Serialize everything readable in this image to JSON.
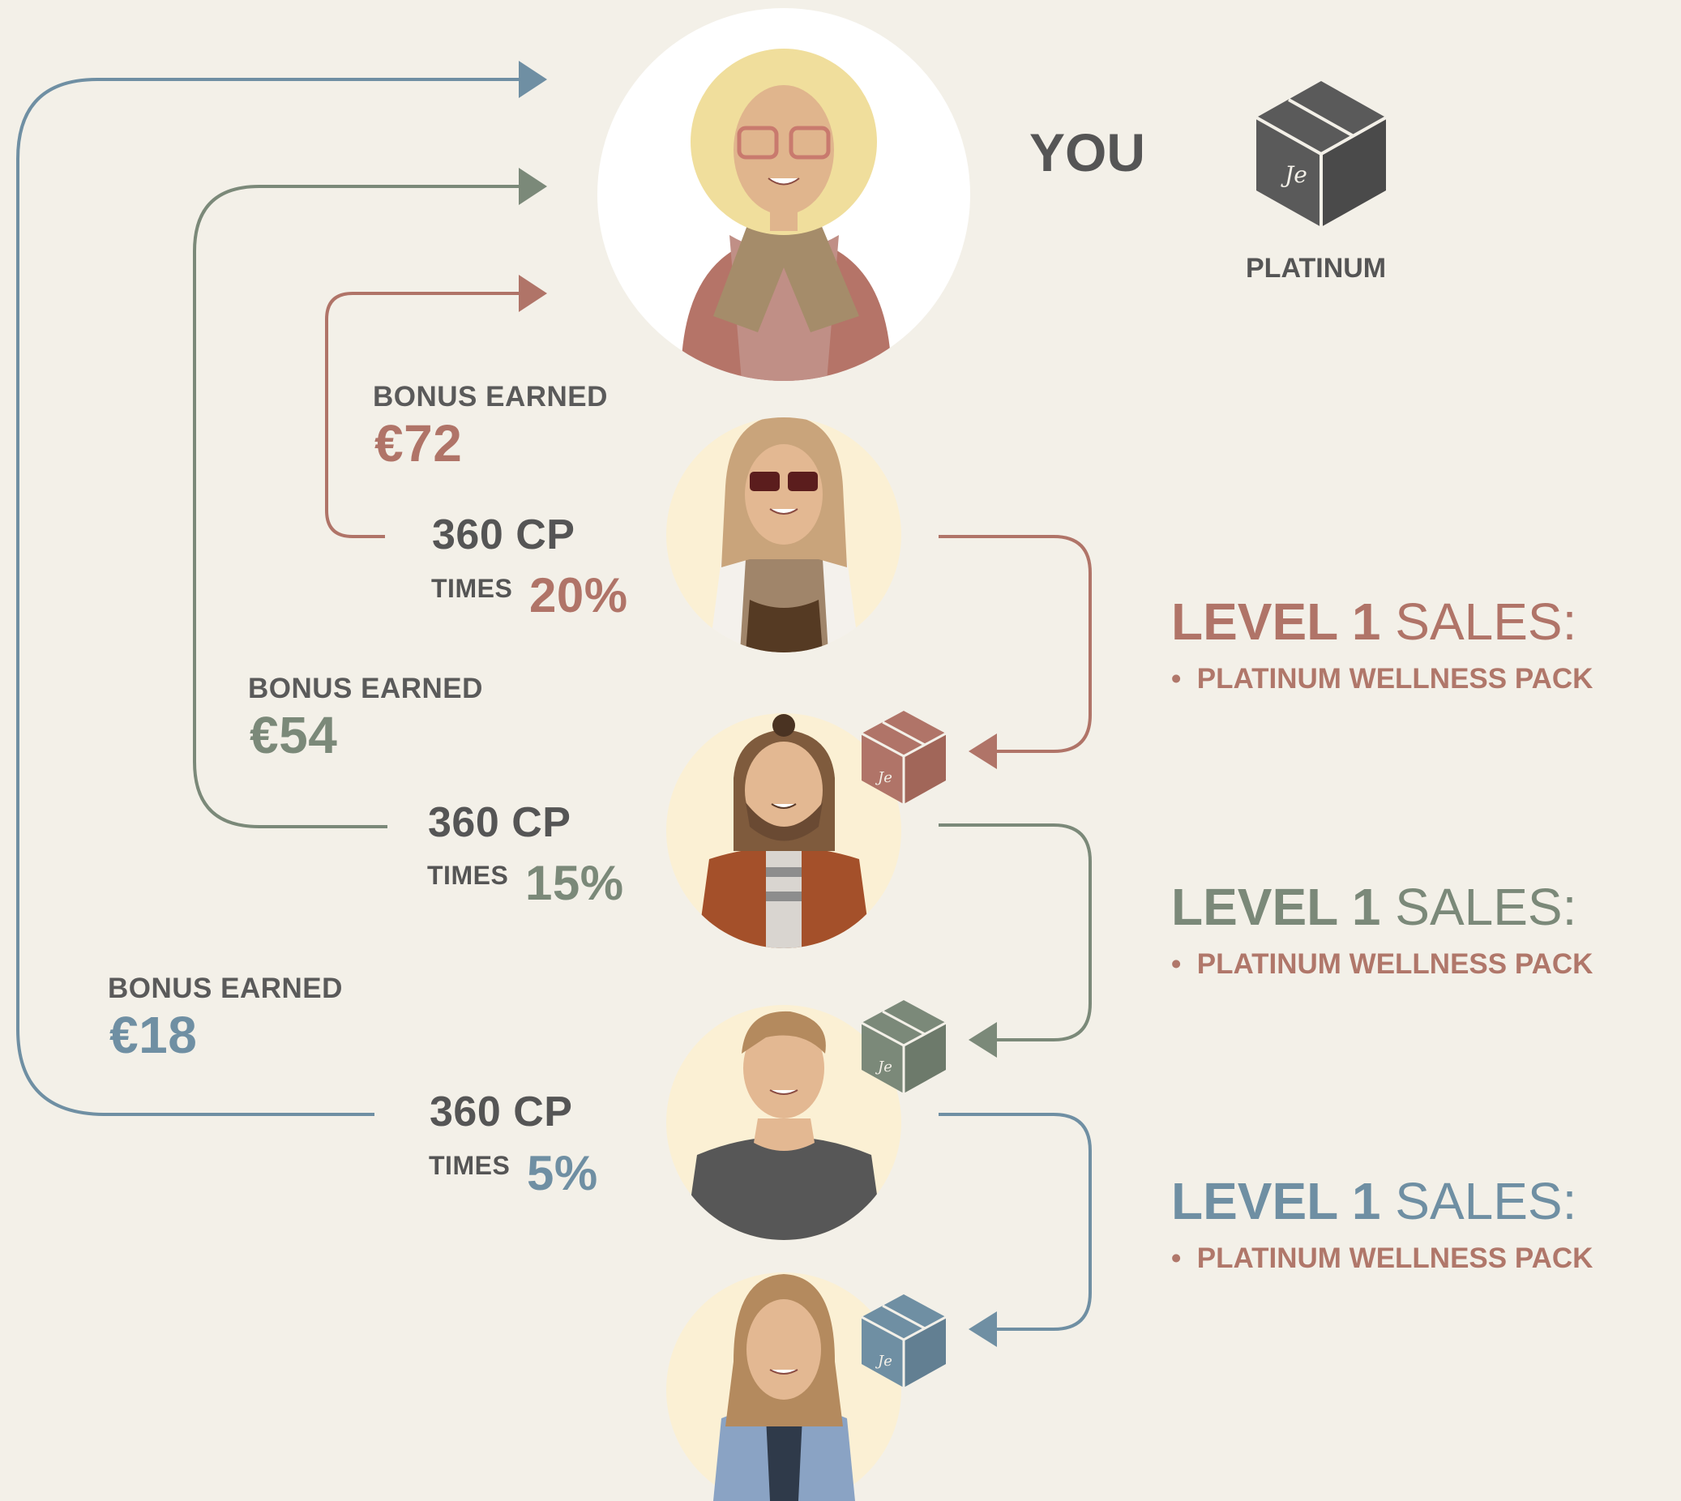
{
  "colors": {
    "background": "#f3f0e8",
    "rose": "#b07468",
    "sage": "#7b8979",
    "steel": "#6f8fa3",
    "dark": "#555555",
    "avatar_bg": "#fbf0d4"
  },
  "top": {
    "you_label": "YOU",
    "rank_label": "PLATINUM",
    "rank_icon": "package-box-icon"
  },
  "tiers": [
    {
      "bonus_label": "BONUS EARNED",
      "bonus_value": "€72",
      "cp": "360 CP",
      "times": "TIMES",
      "percent": "20%",
      "color": "rose"
    },
    {
      "bonus_label": "BONUS EARNED",
      "bonus_value": "€54",
      "cp": "360 CP",
      "times": "TIMES",
      "percent": "15%",
      "color": "sage"
    },
    {
      "bonus_label": "BONUS EARNED",
      "bonus_value": "€18",
      "cp": "360 CP",
      "times": "TIMES",
      "percent": "5%",
      "color": "steel"
    }
  ],
  "sales": [
    {
      "level": "LEVEL 1",
      "word": "SALES:",
      "bullet": "•",
      "item": "PLATINUM WELLNESS PACK"
    },
    {
      "level": "LEVEL 1",
      "word": "SALES:",
      "bullet": "•",
      "item": "PLATINUM WELLNESS PACK"
    },
    {
      "level": "LEVEL 1",
      "word": "SALES:",
      "bullet": "•",
      "item": "PLATINUM WELLNESS PACK"
    }
  ]
}
